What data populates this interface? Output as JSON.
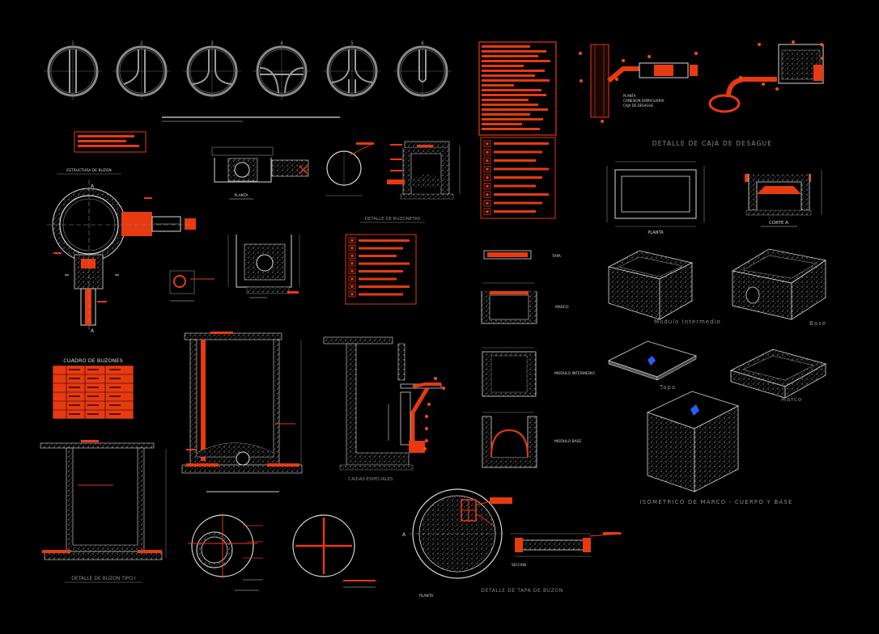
{
  "colors": {
    "background": "#000000",
    "line_white": "#d9d9d9",
    "line_grey": "#8a8a8a",
    "accent_orange": "#ff4a10",
    "accent_red": "#e83a10",
    "accent_blue": "#2a5cff",
    "hatch": "#a8a8a8"
  },
  "labels": {
    "detalle_caja_desague": "DETALLE DE CAJA DE DESAGUE",
    "planta_caja": "PLANTA",
    "corte_a": "CORTE A",
    "modulo_intermedio": "Modulo Intermedio",
    "base": "Base",
    "tapa_iso": "Tapa",
    "marco_iso": "Marco",
    "isometrico": "ISOMETRICO DE MARCO - CUERPO Y BASE",
    "detalle_buzonetas": "DETALLE DE BUZONETAS",
    "cuadro_buzones": "CUADRO DE BUZONES",
    "caidas_especiales": "CAIDAS ESPECIALES",
    "detalle_buzon_tipo": "DETALLE DE BUZON TIPO I",
    "detalle_tapa_buzon": "DETALLE DE TAPA DE BUZON",
    "planta_tapa": "PLANTA",
    "tapa_side": "TAPA",
    "marco_side": "MARCO",
    "modulo_intermedio_side": "MODULO INTERMEDIO",
    "modulo_base_side": "MODULO BASE"
  },
  "circle_details": [
    "1",
    "2",
    "3",
    "4",
    "5",
    "6"
  ],
  "section_marks": {
    "a_top": "A",
    "a_bottom": "A"
  }
}
